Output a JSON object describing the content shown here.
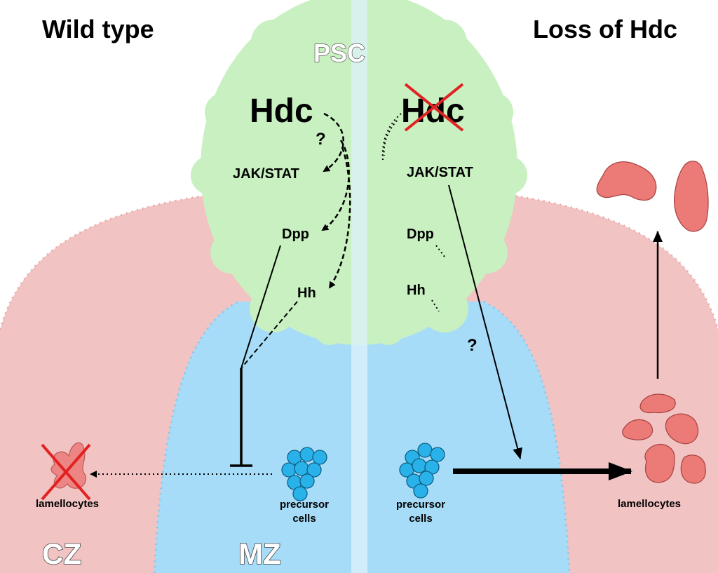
{
  "colors": {
    "cortical_zone": "#f2c3c3",
    "medullary_zone": "#a6dcf7",
    "psc": "#c8f0c0",
    "divider": "#dff2fb",
    "lamellocyte": "#ec7b78",
    "precursor_cell": "#29b2ea",
    "cross_out": "#e22222"
  },
  "panels": {
    "left_title": "Wild type",
    "right_title": "Loss of Hdc"
  },
  "zones": {
    "psc": "PSC",
    "cz": "CZ",
    "mz": "MZ"
  },
  "left": {
    "hdc": "Hdc",
    "question": "?",
    "jakstat": "JAK/STAT",
    "dpp": "Dpp",
    "hh": "Hh",
    "lamellocytes": "lamellocytes",
    "precursor_line1": "precursor",
    "precursor_line2": "cells"
  },
  "right": {
    "hdc": "Hdc",
    "jakstat": "JAK/STAT",
    "dpp": "Dpp",
    "hh": "Hh",
    "question": "?",
    "lamellocytes": "lamellocytes",
    "precursor_line1": "precursor",
    "precursor_line2": "cells"
  }
}
